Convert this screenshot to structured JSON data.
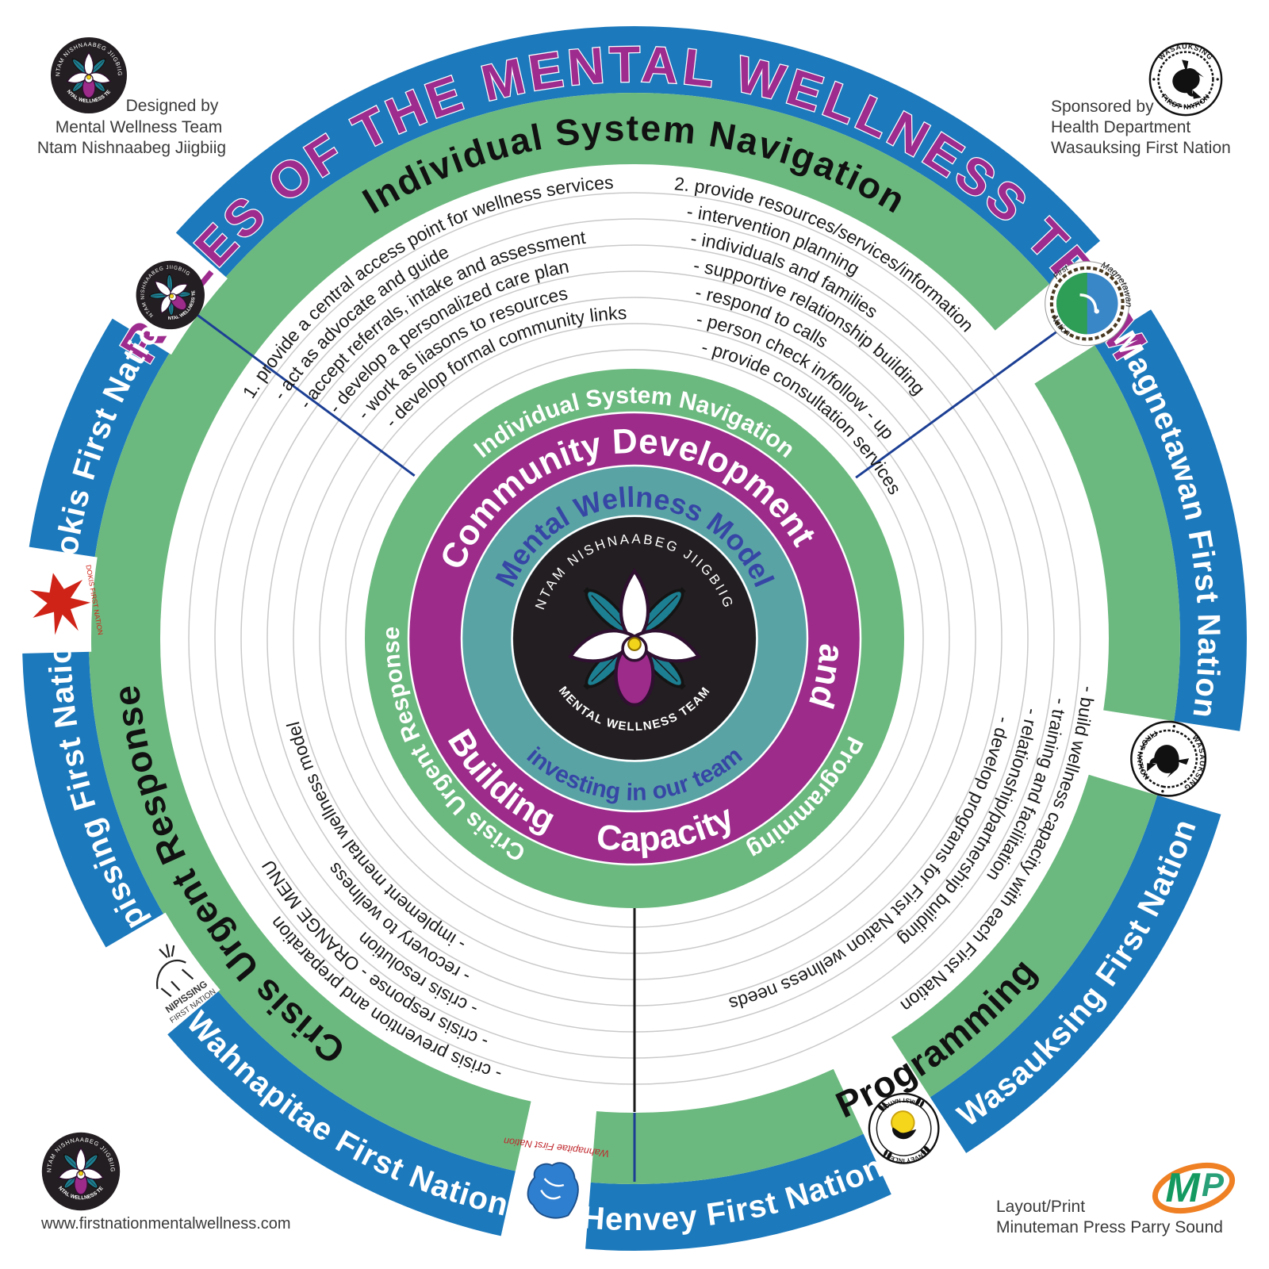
{
  "colors": {
    "blue": "#1c79bc",
    "green": "#6cb97f",
    "purple": "#9c2b8a",
    "teal": "#5aa3a5",
    "navy": "#1c3f94",
    "title_magenta": "#9e2b8e",
    "black_circle": "#231e21",
    "guide_gray": "#c9c9c9",
    "list_text": "#1a1a1a",
    "core_blue": "#3646a5",
    "mp_orange": "#ef8023",
    "mp_green": "#149a60",
    "dokis_red": "#cf2317",
    "wahnapitae_blue": "#2f7fd0",
    "wahnapitae_red": "#c0272d",
    "henvey_yellow": "#f5d61a"
  },
  "corners": {
    "top_left": {
      "credit_line1": "Designed by",
      "credit_line2": "Mental Wellness Team",
      "credit_line3": "Ntam Nishnaabeg Jiigbiig"
    },
    "top_right": {
      "credit_line1": "Sponsored by",
      "credit_line2": "Health Department",
      "credit_line3": "Wasauksing First Nation"
    },
    "bottom_left": {
      "website": "www.firstnationmentalwellness.com"
    },
    "bottom_right": {
      "credit_line1": "Layout/Print",
      "credit_line2": "Minuteman Press Parry Sound",
      "logo_text_m": "M",
      "logo_text_p": "P"
    }
  },
  "diagram": {
    "title": "ROLES OF THE MENTAL WELLNESS TEAM",
    "first_nations": [
      "Dokis First Nation",
      "Nipissing First Nation",
      "Wahnapitae First Nation",
      "Henvey First Nation",
      "Wasauksing First Nation",
      "Magnetawan First Nation"
    ],
    "outer_green_labels": {
      "top": "Individual  System Navigation",
      "left": "Crisis Urgent Response",
      "bottom": "Programming"
    },
    "inner_green_labels": {
      "top": "Individual  System Navigation",
      "left": "Crisis Urgent Response",
      "right": "Programming"
    },
    "purple_ring": {
      "top": "Community  Development",
      "right": "and",
      "bottom_left": "Building",
      "bottom_center": "Capacity"
    },
    "teal_ring": {
      "top": "Mental Wellness Model",
      "bottom": "investing in our team"
    },
    "core": {
      "arc_top": "NTAM NISHNAABEG JIIGBIIG",
      "arc_bottom": "MENTAL WELLNESS TEAM"
    },
    "individual_system_navigation": {
      "column1": [
        "1. provide a central access point for wellness services",
        "- act as advocate and guide",
        "- accept referrals, intake and assessment",
        "- develop a personalized care plan",
        "- work  as liasons to resources",
        "- develop formal community links"
      ],
      "column2": [
        "2. provide resources/services/information",
        "- intervention planning",
        "- individuals and families",
        "- supportive relationship building",
        "- respond to calls",
        "- person check in/follow - up",
        "- provide consultation services"
      ]
    },
    "crisis_urgent_response": {
      "items": [
        "- crisis prevention and preparation",
        "- crisis response - ORANGE MENU",
        "- crisis resolution",
        "- recovery to wellness",
        "- implement mental wellness model"
      ]
    },
    "programming": {
      "items": [
        "- build wellness capacity with each First Nation",
        "- training and facilitation",
        "- relationship/partnership building",
        "- develop programs for First Nation wellness needs"
      ]
    },
    "logos": {
      "mwt": {
        "arc_top": "NTAM NISHNAABEG JIIGBIIG",
        "arc_bottom": "MENTAL WELLNESS TEAM"
      },
      "wasauksing": {
        "arc_top": "WASAUKSING",
        "arc_bottom": "FIRST NATION"
      },
      "magnetawan": {
        "arc_top": "Magnetawan",
        "left": "First",
        "bottom": "Nation"
      },
      "henvey": {
        "arc_top": "HENVEY INLET",
        "arc_bottom": "FIRST NATION"
      },
      "nipissing": {
        "line1": "NIPISSING",
        "line2": "FIRST NATION"
      },
      "wahnapitae": {
        "caption": "Wahnapitae First Nation"
      },
      "dokis": {
        "caption": "DOKIS FIRST NATION"
      }
    }
  }
}
